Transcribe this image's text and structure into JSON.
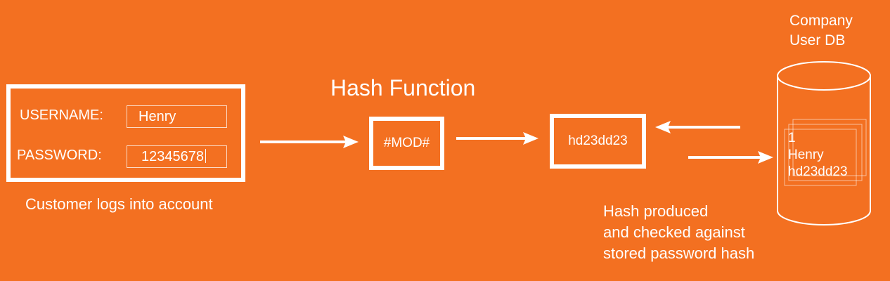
{
  "login": {
    "username_label": "USERNAME:",
    "username_value": "Henry",
    "password_label": "PASSWORD:",
    "password_value": "12345678",
    "caption": "Customer logs into account"
  },
  "hash_function": {
    "title": "Hash Function",
    "box_text": "#MOD#"
  },
  "hash_output": {
    "value": "hd23dd23",
    "caption_lines": [
      "Hash produced",
      "and checked against",
      "stored password hash"
    ]
  },
  "database": {
    "title_lines": [
      "Company",
      "User DB"
    ],
    "record": {
      "id": "1",
      "username": "Henry",
      "hash": "hd23dd23"
    }
  },
  "colors": {
    "background": "#F37021",
    "foreground": "#FFFFFF"
  }
}
